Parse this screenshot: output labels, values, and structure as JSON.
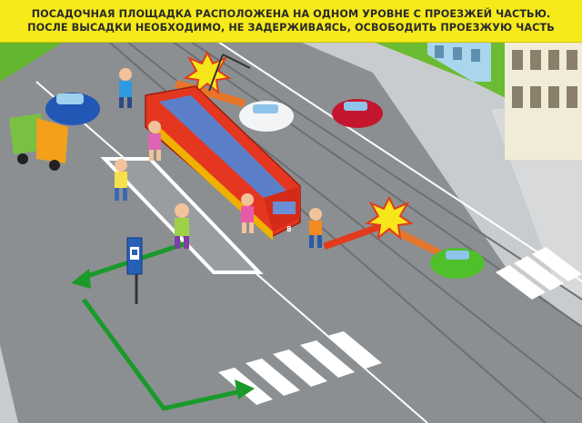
{
  "banner": {
    "line1": "ПОСАДОЧНАЯ ПЛОЩАДКА РАСПОЛОЖЕНА НА ОДНОМ УРОВНЕ С ПРОЕЗЖЕЙ ЧАСТЬЮ.",
    "line2": "ПОСЛЕ ВЫСАДКИ НЕОБХОДИМО, НЕ ЗАДЕРЖИВАЯСЬ, ОСВОБОДИТЬ ПРОЕЗЖУЮ ЧАСТЬ"
  },
  "colors": {
    "banner": "#f6ea1a",
    "road": "#8c8f91",
    "sidewalk": "#c9ccce",
    "grass": "#63b62e",
    "tram": "#e53620",
    "arrow_safe": "#1a9a2a",
    "arrow_danger": "#e23a1c"
  },
  "icons": {
    "bus_stop_sign": "bus-stop-sign-icon",
    "collision": "collision-burst-icon"
  },
  "tram": {
    "route_number": "8"
  }
}
